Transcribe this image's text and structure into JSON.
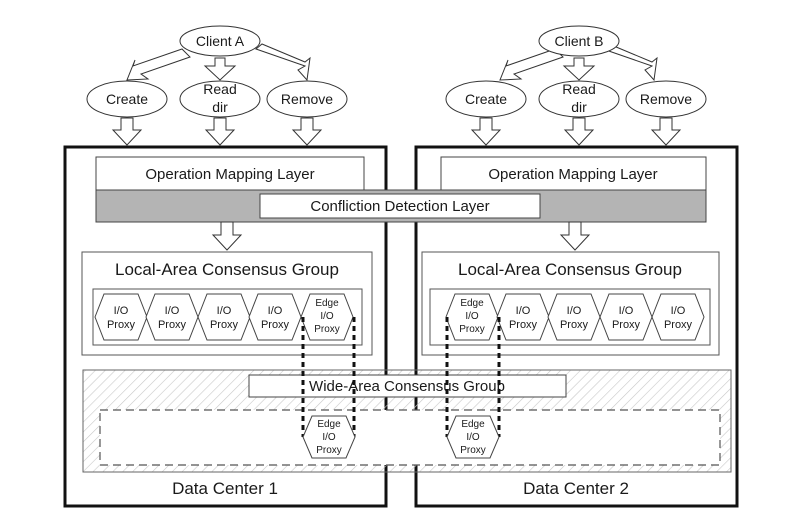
{
  "diagram": {
    "clients": [
      {
        "label": "Client A",
        "operations": [
          "Create",
          "Read dir",
          "Remove"
        ]
      },
      {
        "label": "Client B",
        "operations": [
          "Create",
          "Read dir",
          "Remove"
        ]
      }
    ],
    "operation_labels": {
      "create": "Create",
      "read_line1": "Read",
      "read_line2": "dir",
      "remove": "Remove"
    },
    "client_a": "Client A",
    "client_b": "Client B",
    "operation_mapping_layer": "Operation Mapping Layer",
    "confliction_detection_layer": "Confliction Detection Layer",
    "local_area_consensus_group": "Local-Area Consensus Group",
    "wide_area_consensus_group": "Wide-Area Consensus Group",
    "proxy": {
      "line1": "I/O",
      "line2": "Proxy"
    },
    "edge_proxy": {
      "line1": "Edge",
      "line2": "I/O",
      "line3": "Proxy"
    },
    "data_centers": [
      "Data Center 1",
      "Data Center 2"
    ],
    "colors": {
      "detection_layer_fill": "#b4b4b4",
      "hatch": "#c8c8c8",
      "stroke": "#1a1a1a"
    }
  }
}
